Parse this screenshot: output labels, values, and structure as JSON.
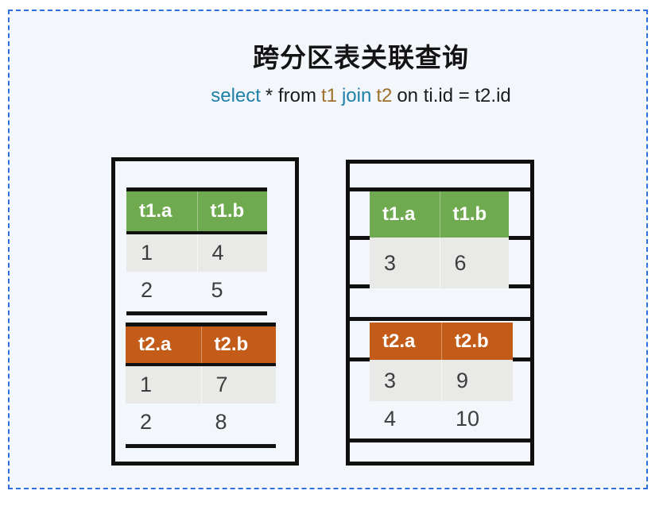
{
  "title": "跨分区表关联查询",
  "query": {
    "select": "select",
    "star_from": "* from",
    "t1": "t1",
    "join": "join",
    "t2": "t2",
    "on_clause": "on ti.id = t2.id"
  },
  "left_partition": {
    "t1": {
      "headers": [
        "t1.a",
        "t1.b"
      ],
      "rows": [
        [
          "1",
          "4"
        ],
        [
          "2",
          "5"
        ]
      ]
    },
    "t2": {
      "headers": [
        "t2.a",
        "t2.b"
      ],
      "rows": [
        [
          "1",
          "7"
        ],
        [
          "2",
          "8"
        ]
      ]
    }
  },
  "right_partition": {
    "t1": {
      "headers": [
        "t1.a",
        "t1.b"
      ],
      "rows": [
        [
          "3",
          "6"
        ]
      ]
    },
    "t2": {
      "headers": [
        "t2.a",
        "t2.b"
      ],
      "rows": [
        [
          "3",
          "9"
        ],
        [
          "4",
          "10"
        ]
      ]
    }
  },
  "colors": {
    "frame_border": "#2e6edd",
    "canvas_bg": "#f3f6fb",
    "sql_keyword": "#1f80a8",
    "sql_table_name": "#9e712c",
    "table1_header_bg": "#6faa50",
    "table2_header_bg": "#c45c19",
    "row_alt_bg": "#e9e9e7",
    "line_color": "#111111"
  }
}
